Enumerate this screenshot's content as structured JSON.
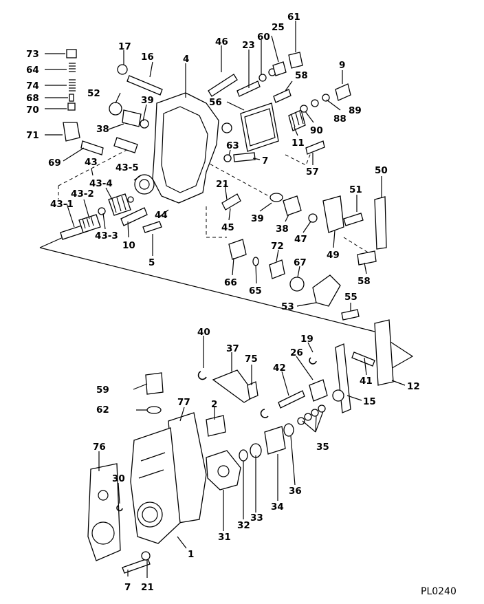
{
  "drawing_code": "PL0240",
  "callouts": [
    {
      "id": "c73",
      "text": "73"
    },
    {
      "id": "c64",
      "text": "64"
    },
    {
      "id": "c74",
      "text": "74"
    },
    {
      "id": "c68",
      "text": "68"
    },
    {
      "id": "c70",
      "text": "70"
    },
    {
      "id": "c71",
      "text": "71"
    },
    {
      "id": "c69",
      "text": "69"
    },
    {
      "id": "c17",
      "text": "17"
    },
    {
      "id": "c16",
      "text": "16"
    },
    {
      "id": "c52",
      "text": "52"
    },
    {
      "id": "c39a",
      "text": "39"
    },
    {
      "id": "c38a",
      "text": "38"
    },
    {
      "id": "c4",
      "text": "4"
    },
    {
      "id": "c46",
      "text": "46"
    },
    {
      "id": "c23",
      "text": "23"
    },
    {
      "id": "c60",
      "text": "60"
    },
    {
      "id": "c25",
      "text": "25"
    },
    {
      "id": "c61",
      "text": "61"
    },
    {
      "id": "c58a",
      "text": "58"
    },
    {
      "id": "c9",
      "text": "9"
    },
    {
      "id": "c56",
      "text": "56"
    },
    {
      "id": "c89",
      "text": "89"
    },
    {
      "id": "c88",
      "text": "88"
    },
    {
      "id": "c90",
      "text": "90"
    },
    {
      "id": "c11",
      "text": "11"
    },
    {
      "id": "c63",
      "text": "63"
    },
    {
      "id": "c7a",
      "text": "7"
    },
    {
      "id": "c57",
      "text": "57"
    },
    {
      "id": "c43",
      "text": "43"
    },
    {
      "id": "c43_5",
      "text": "43-5"
    },
    {
      "id": "c43_4",
      "text": "43-4"
    },
    {
      "id": "c43_2",
      "text": "43-2"
    },
    {
      "id": "c43_1",
      "text": "43-1"
    },
    {
      "id": "c43_3",
      "text": "43-3"
    },
    {
      "id": "c10",
      "text": "10"
    },
    {
      "id": "c44",
      "text": "44"
    },
    {
      "id": "c5",
      "text": "5"
    },
    {
      "id": "c21a",
      "text": "21"
    },
    {
      "id": "c45",
      "text": "45"
    },
    {
      "id": "c39b",
      "text": "39"
    },
    {
      "id": "c38b",
      "text": "38"
    },
    {
      "id": "c47",
      "text": "47"
    },
    {
      "id": "c50",
      "text": "50"
    },
    {
      "id": "c51",
      "text": "51"
    },
    {
      "id": "c49",
      "text": "49"
    },
    {
      "id": "c58b",
      "text": "58"
    },
    {
      "id": "c72",
      "text": "72"
    },
    {
      "id": "c67",
      "text": "67"
    },
    {
      "id": "c66",
      "text": "66"
    },
    {
      "id": "c65",
      "text": "65"
    },
    {
      "id": "c53",
      "text": "53"
    },
    {
      "id": "c55",
      "text": "55"
    },
    {
      "id": "c40",
      "text": "40"
    },
    {
      "id": "c37",
      "text": "37"
    },
    {
      "id": "c75",
      "text": "75"
    },
    {
      "id": "c19",
      "text": "19"
    },
    {
      "id": "c26",
      "text": "26"
    },
    {
      "id": "c42",
      "text": "42"
    },
    {
      "id": "c41",
      "text": "41"
    },
    {
      "id": "c12",
      "text": "12"
    },
    {
      "id": "c15",
      "text": "15"
    },
    {
      "id": "c59",
      "text": "59"
    },
    {
      "id": "c62",
      "text": "62"
    },
    {
      "id": "c77",
      "text": "77"
    },
    {
      "id": "c2",
      "text": "2"
    },
    {
      "id": "c35",
      "text": "35"
    },
    {
      "id": "c76",
      "text": "76"
    },
    {
      "id": "c30",
      "text": "30"
    },
    {
      "id": "c1",
      "text": "1"
    },
    {
      "id": "c31",
      "text": "31"
    },
    {
      "id": "c32",
      "text": "32"
    },
    {
      "id": "c33",
      "text": "33"
    },
    {
      "id": "c34",
      "text": "34"
    },
    {
      "id": "c36",
      "text": "36"
    },
    {
      "id": "c7b",
      "text": "7"
    },
    {
      "id": "c21b",
      "text": "21"
    }
  ]
}
